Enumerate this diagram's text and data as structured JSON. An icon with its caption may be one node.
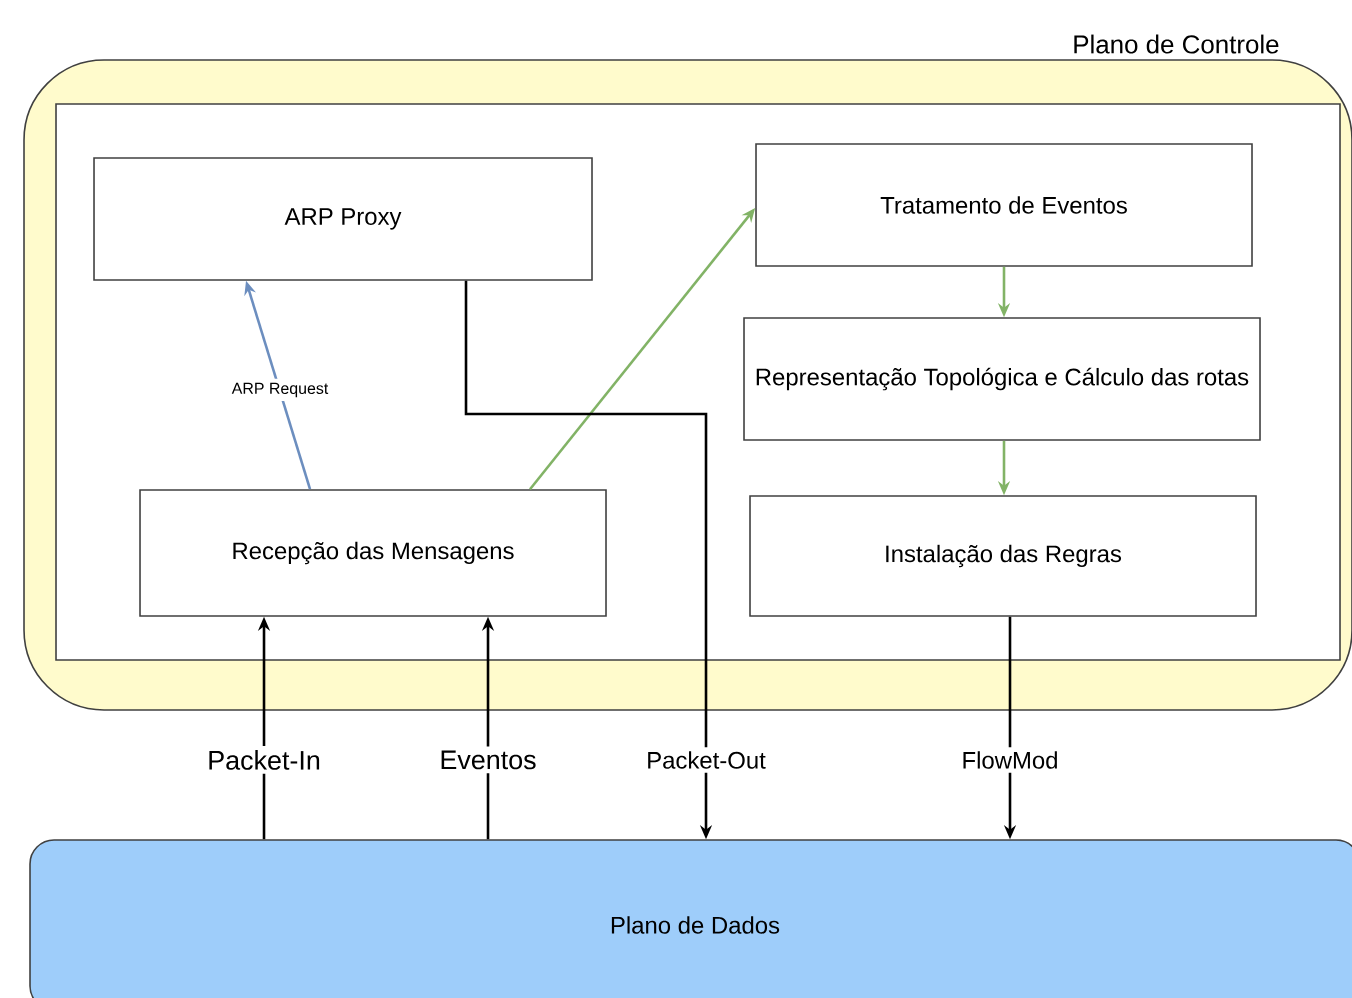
{
  "diagram": {
    "nodes": [
      {
        "text": [
          "Plano de Controle"
        ]
      },
      {
        "text": [],
        "shape": "box",
        "in": 0
      },
      {
        "text": [
          "ARP Proxy"
        ],
        "in": 1
      },
      {
        "text": [
          "Tratamento de Eventos"
        ],
        "in": 1
      },
      {
        "text": [
          "Representação Topológica e Cálculo das rotas"
        ],
        "in": 1
      },
      {
        "text": [
          "Recepção das Mensagens"
        ],
        "in": 1
      },
      {
        "text": [
          "Instalação das Regras"
        ],
        "in": 1
      },
      {
        "text": [
          "Plano de Dados"
        ]
      }
    ],
    "edges": [
      {
        "from": 5,
        "to": 2,
        "arrow": "to",
        "label": "ARP Request",
        "color": "#6c8ebf"
      },
      {
        "from": 5,
        "to": 3,
        "arrow": "to",
        "color": "#82b366"
      },
      {
        "from": 3,
        "to": 4,
        "arrow": "to",
        "color": "#82b366"
      },
      {
        "from": 4,
        "to": 6,
        "arrow": "to",
        "color": "#82b366"
      },
      {
        "from": 7,
        "to": 5,
        "arrow": "to",
        "label": "Packet-In"
      },
      {
        "from": 7,
        "to": 5,
        "arrow": "to",
        "label": "Eventos"
      },
      {
        "from": 2,
        "to": 7,
        "arrow": "to",
        "label": "Packet-Out"
      },
      {
        "from": 6,
        "to": 7,
        "arrow": "to",
        "label": "FlowMod"
      }
    ]
  }
}
